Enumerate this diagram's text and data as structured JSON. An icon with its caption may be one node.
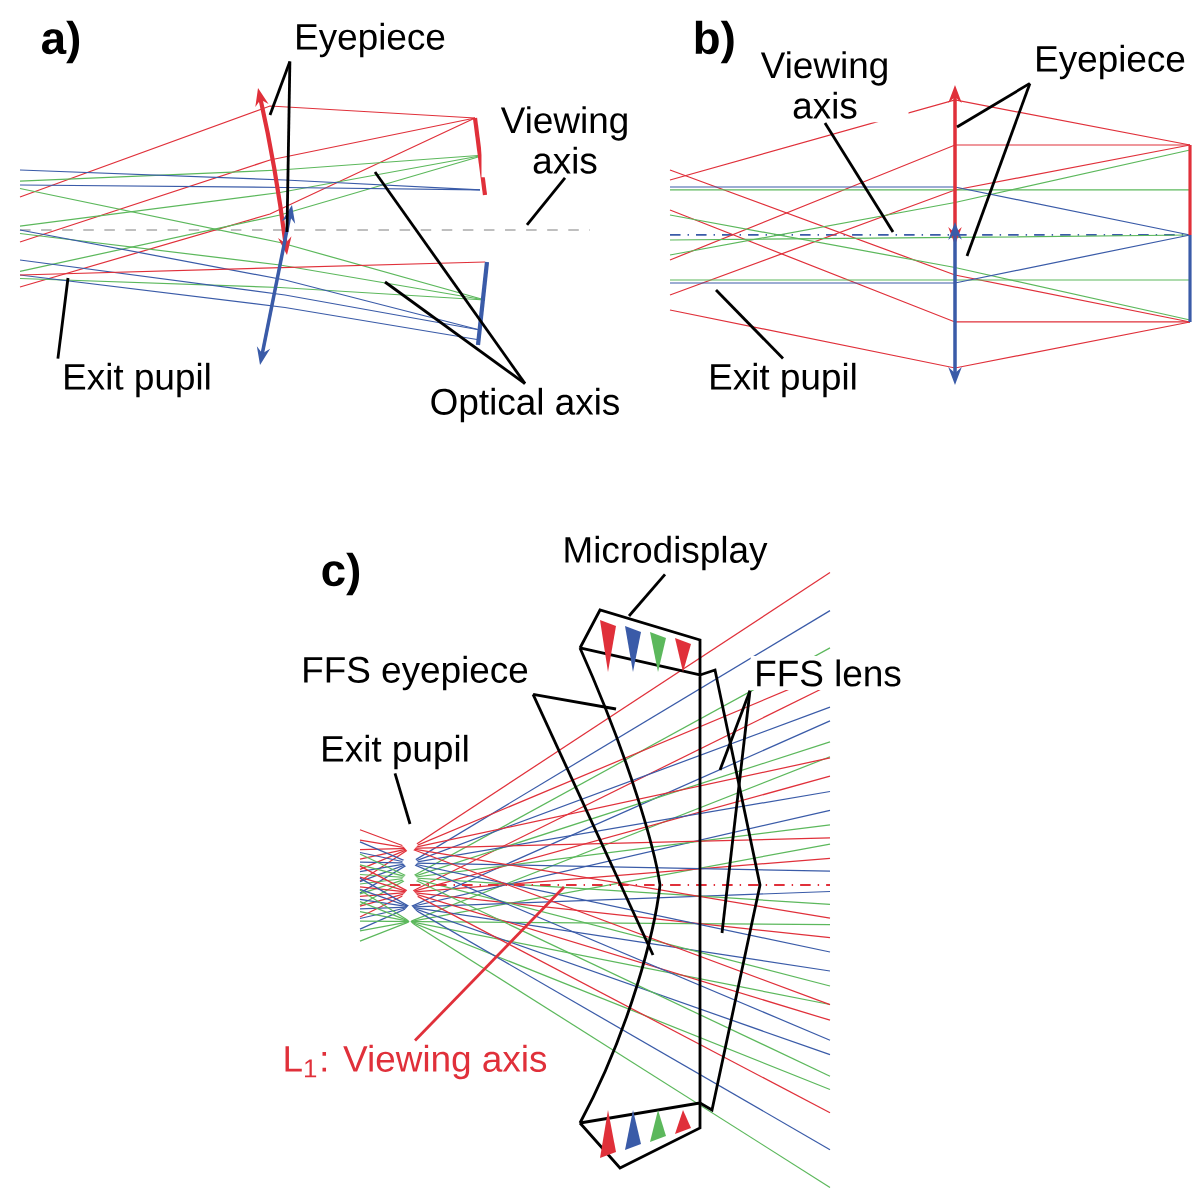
{
  "diagram": {
    "nodes": [
      {
        "text": [
          "Eyepiece"
        ]
      },
      {
        "text": [
          "Viewing axis"
        ]
      },
      {
        "text": [
          "Exit pupil"
        ]
      },
      {
        "text": [
          "Optical axis"
        ]
      },
      {
        "text": [
          "Viewing axis"
        ]
      },
      {
        "text": [
          "Eyepiece"
        ]
      },
      {
        "text": [
          "Exit pupil"
        ]
      },
      {
        "text": [
          "Microdisplay"
        ]
      },
      {
        "text": [
          "FFS eyepiece"
        ]
      },
      {
        "text": [
          "FFS lens"
        ]
      },
      {
        "text": [
          "Exit pupil"
        ]
      },
      {
        "text": [
          "L$_{1}$: Viewing axis"
        ]
      }
    ],
    "edges": [
      {
        "from": 0,
        "to": null,
        "arrow": "none"
      },
      {
        "from": 0,
        "to": null,
        "arrow": "none"
      },
      {
        "from": 1,
        "to": null,
        "arrow": "none"
      },
      {
        "from": 2,
        "to": null,
        "arrow": "none"
      },
      {
        "from": 3,
        "to": null,
        "arrow": "none"
      },
      {
        "from": 3,
        "to": null,
        "arrow": "none"
      },
      {
        "from": 4,
        "to": null,
        "arrow": "none"
      },
      {
        "from": 5,
        "to": null,
        "arrow": "none"
      },
      {
        "from": 5,
        "to": null,
        "arrow": "none"
      },
      {
        "from": 6,
        "to": null,
        "arrow": "none"
      },
      {
        "from": 7,
        "to": null,
        "arrow": "none"
      },
      {
        "from": 8,
        "to": null,
        "arrow": "none"
      },
      {
        "from": 8,
        "to": null,
        "arrow": "none"
      },
      {
        "from": 9,
        "to": null,
        "arrow": "none"
      },
      {
        "from": 9,
        "to": null,
        "arrow": "none"
      },
      {
        "from": 10,
        "to": null,
        "arrow": "none"
      },
      {
        "from": 11,
        "to": null,
        "arrow": "none",
        "color": "#e0303a"
      }
    ],
    "labels": [
      "a)",
      "b)",
      "c)"
    ]
  }
}
